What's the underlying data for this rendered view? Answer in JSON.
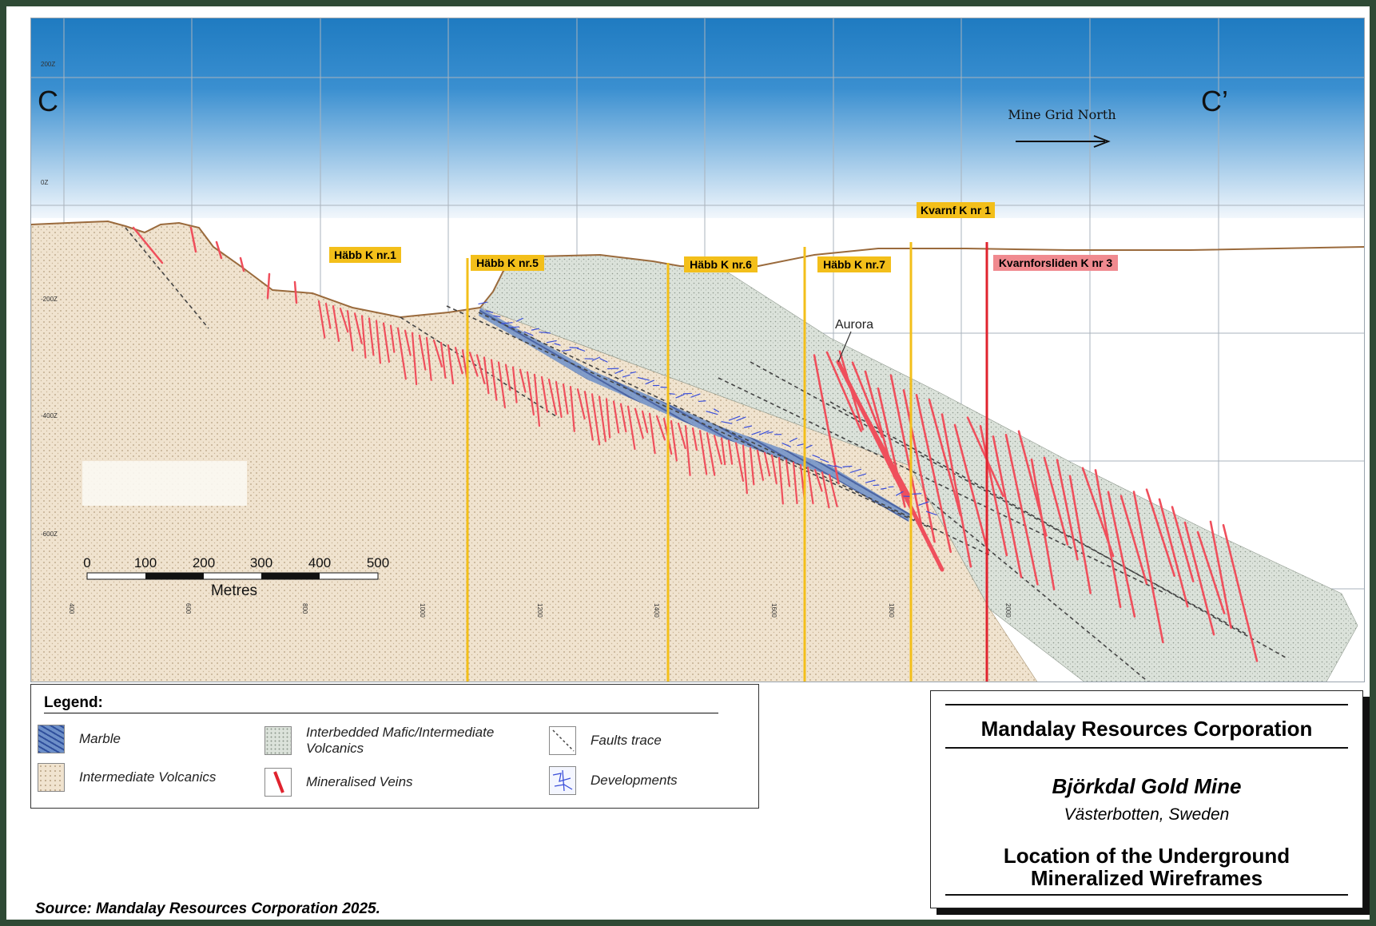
{
  "section": {
    "left_label": "C",
    "right_label": "C’",
    "north_label": "Mine Grid North",
    "elevation_labels": [
      "200Z",
      "0Z",
      "-200Z",
      "-400Z",
      "-600Z"
    ],
    "easting_labels": [
      "400",
      "600",
      "800",
      "1000",
      "1200",
      "1400",
      "1600",
      "1800",
      "2000"
    ],
    "boreholes": [
      {
        "label": "Häbb K nr.1",
        "color": "#f3bf1a"
      },
      {
        "label": "Häbb K nr.5",
        "color": "#f3bf1a"
      },
      {
        "label": "Häbb K nr.6",
        "color": "#f3bf1a"
      },
      {
        "label": "Häbb K nr.7",
        "color": "#f3bf1a"
      },
      {
        "label": "Kvarnf K nr 1",
        "color": "#f3bf1a"
      },
      {
        "label": "Kvarnforsliden K nr 3",
        "color": "#f08a8f"
      }
    ],
    "aurora_label": "Aurora",
    "scale": {
      "ticks": [
        "0",
        "100",
        "200",
        "300",
        "400",
        "500"
      ],
      "unit": "Metres"
    }
  },
  "legend": {
    "title": "Legend:",
    "items": [
      {
        "name": "Marble",
        "icon": "marble-swatch"
      },
      {
        "name": "Intermediate Volcanics",
        "icon": "intermediate-volcanics-swatch"
      },
      {
        "name": "Interbedded Mafic/Intermediate Volcanics",
        "icon": "mafic-volcanics-swatch"
      },
      {
        "name": "Mineralised Veins",
        "icon": "vein-swatch"
      },
      {
        "name": "Faults trace",
        "icon": "fault-swatch"
      },
      {
        "name": "Developments",
        "icon": "developments-swatch"
      }
    ]
  },
  "title_block": {
    "company": "Mandalay Resources Corporation",
    "mine": "Björkdal Gold Mine",
    "location": "Västerbotten, Sweden",
    "description_line1": "Location of the Underground",
    "description_line2": "Mineralized Wireframes"
  },
  "source": "Source: Mandalay Resources Corporation 2025.",
  "colors": {
    "sky_top": "#1f7bc1",
    "intermediate_volcanics": "#f0e3cf",
    "mafic_volcanics": "#dde4dc",
    "veins": "#ef4f5c",
    "developments": "#3b4fd9",
    "borehole_yellow": "#f3bf1a",
    "borehole_red": "#e0232e"
  }
}
